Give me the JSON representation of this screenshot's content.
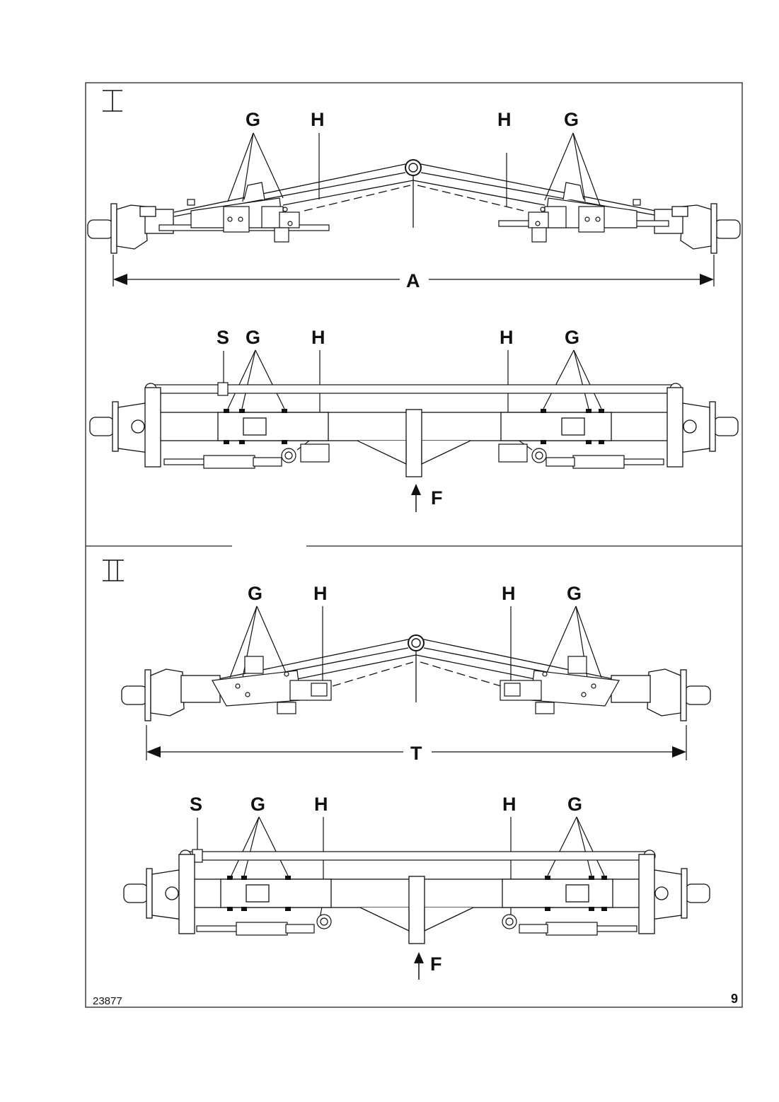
{
  "figure_number": "9",
  "drawing_number": "23877",
  "panels": [
    {
      "roman_label": "I",
      "side_view": {
        "labels": {
          "g_left": "G",
          "h_left": "H",
          "h_right": "H",
          "g_right": "G"
        },
        "dimension_label": "A"
      },
      "top_view": {
        "labels": {
          "s": "S",
          "g_left": "G",
          "h_left": "H",
          "h_right": "H",
          "g_right": "G"
        },
        "force_label": "F"
      }
    },
    {
      "roman_label": "II",
      "side_view": {
        "labels": {
          "g_left": "G",
          "h_left": "H",
          "h_right": "H",
          "g_right": "G"
        },
        "dimension_label": "T"
      },
      "top_view": {
        "labels": {
          "s": "S",
          "g_left": "G",
          "h_left": "H",
          "h_right": "H",
          "g_right": "G"
        },
        "force_label": "F"
      }
    }
  ]
}
